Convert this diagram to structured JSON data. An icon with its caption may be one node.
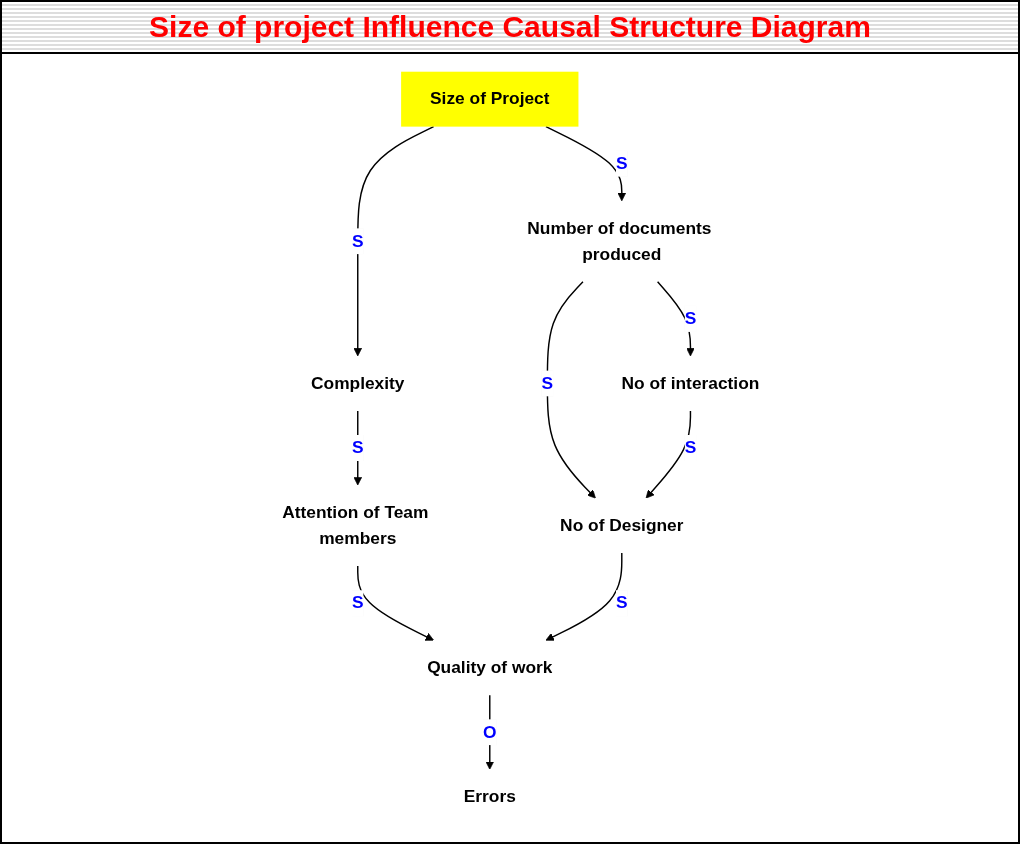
{
  "diagram": {
    "title": "Size of project Influence Causal Structure Diagram",
    "nodes": [
      {
        "text": [
          "Errors"
        ]
      },
      {
        "text": [
          "Quality of work"
        ]
      },
      {
        "text": [
          "Complexity"
        ]
      },
      {
        "text": [
          "Attention of Team members"
        ]
      },
      {
        "text": [
          "Size of Project"
        ]
      },
      {
        "text": [
          "Number of documents produced"
        ]
      },
      {
        "text": [
          "No of Designer"
        ]
      },
      {
        "text": [
          "No of interaction"
        ]
      }
    ],
    "edges": [
      {
        "from": 1,
        "to": 0,
        "arrow": "to",
        "label": "O"
      },
      {
        "from": 4,
        "to": 2,
        "arrow": "to",
        "label": "S"
      },
      {
        "from": 2,
        "to": 3,
        "arrow": "to",
        "label": "S"
      },
      {
        "from": 3,
        "to": 1,
        "arrow": "to",
        "label": "S"
      },
      {
        "from": 4,
        "to": 5,
        "arrow": "to",
        "label": "S"
      },
      {
        "from": 5,
        "to": 6,
        "arrow": "to",
        "label": "S"
      },
      {
        "from": 5,
        "to": 7,
        "arrow": "to",
        "label": "S"
      },
      {
        "from": 7,
        "to": 6,
        "arrow": "to",
        "label": "S"
      },
      {
        "from": 6,
        "to": 1,
        "arrow": "to",
        "label": "S"
      }
    ]
  }
}
